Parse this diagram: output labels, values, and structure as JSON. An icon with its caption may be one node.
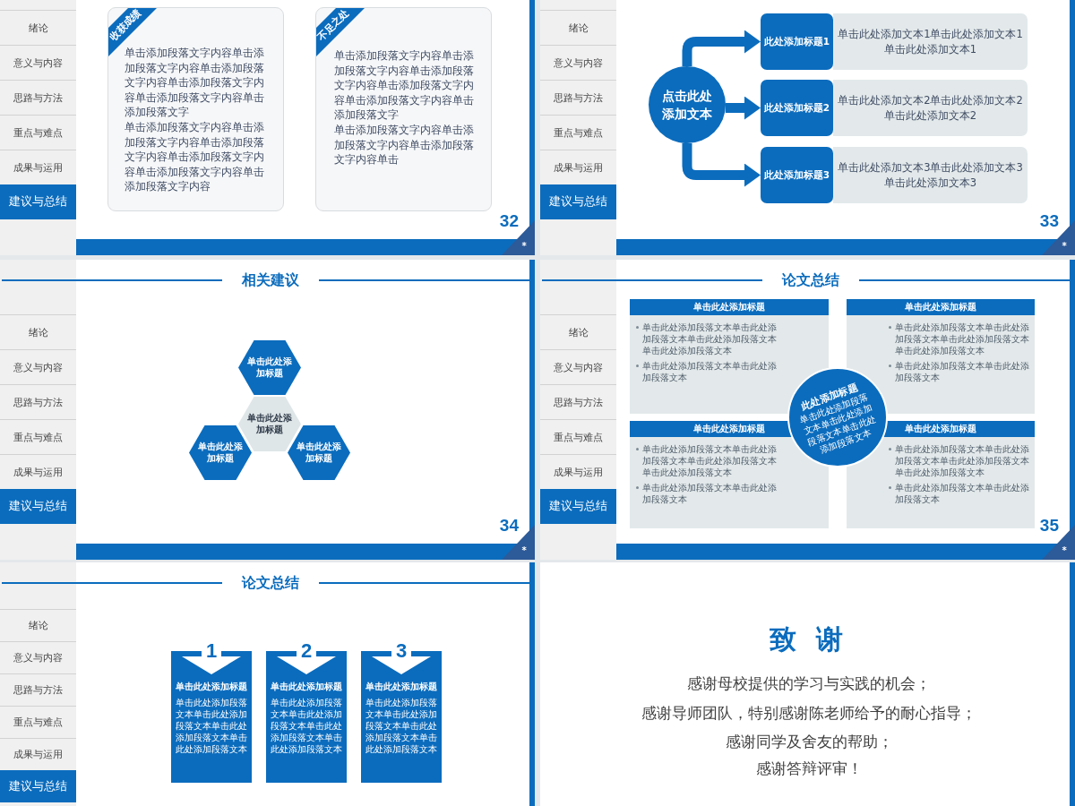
{
  "diagram": {
    "nodes": [
      {
        "text": [
          "32"
        ]
      },
      {
        "text": [
          "绪论"
        ],
        "in": 0
      },
      {
        "text": [
          "意义与内容"
        ],
        "in": 0
      },
      {
        "text": [
          "思路与方法"
        ],
        "in": 0
      },
      {
        "text": [
          "重点与难点"
        ],
        "in": 0
      },
      {
        "text": [
          "成果与运用"
        ],
        "in": 0
      },
      {
        "text": [
          "建议与总结"
        ],
        "in": 0
      },
      {
        "text": [
          "收获成绩",
          "单击添加段落文字内容单击添加段落文字内容单击添加段落文字内容单击添加段落文字内容单击添加段落文字内容单击添加段落文字",
          "单击添加段落文字内容单击添加段落文字内容单击添加段落文字内容单击添加段落文字内容单击添加段落文字内容单击添加段落文字内容"
        ],
        "in": 0
      },
      {
        "text": [
          "不足之处",
          "单击添加段落文字内容单击添加段落文字内容单击添加段落文字内容单击添加段落文字内容单击添加段落文字内容单击添加段落文字",
          "单击添加段落文字内容单击添加段落文字内容单击添加段落文字内容单击"
        ],
        "in": 0
      },
      {
        "text": [
          "33"
        ]
      },
      {
        "text": [
          "绪论"
        ],
        "in": 9
      },
      {
        "text": [
          "意义与内容"
        ],
        "in": 9
      },
      {
        "text": [
          "思路与方法"
        ],
        "in": 9
      },
      {
        "text": [
          "重点与难点"
        ],
        "in": 9
      },
      {
        "text": [
          "成果与运用"
        ],
        "in": 9
      },
      {
        "text": [
          "建议与总结"
        ],
        "in": 9
      },
      {
        "text": [
          "点击此处添加文本"
        ],
        "in": 9
      },
      {
        "text": [
          "此处添加标题1"
        ],
        "in": 9
      },
      {
        "text": [
          "单击此处添加文本1单击此处添加文本1单击此处添加文本1"
        ],
        "in": 9
      },
      {
        "text": [
          "此处添加标题2"
        ],
        "in": 9
      },
      {
        "text": [
          "单击此处添加文本2单击此处添加文本2单击此处添加文本2"
        ],
        "in": 9
      },
      {
        "text": [
          "此处添加标题3"
        ],
        "in": 9
      },
      {
        "text": [
          "单击此处添加文本3单击此处添加文本3单击此处添加文本3"
        ],
        "in": 9
      },
      {
        "text": [
          "相关建议",
          "34"
        ]
      },
      {
        "text": [
          "绪论"
        ],
        "in": 23
      },
      {
        "text": [
          "意义与内容"
        ],
        "in": 23
      },
      {
        "text": [
          "思路与方法"
        ],
        "in": 23
      },
      {
        "text": [
          "重点与难点"
        ],
        "in": 23
      },
      {
        "text": [
          "成果与运用"
        ],
        "in": 23
      },
      {
        "text": [
          "建议与总结"
        ],
        "in": 23
      },
      {
        "text": [
          "单击此处添加标题"
        ],
        "in": 23
      },
      {
        "text": [
          "单击此处添加标题"
        ],
        "in": 23
      },
      {
        "text": [
          "单击此处添加标题"
        ],
        "in": 23
      },
      {
        "text": [
          "单击此处添加标题"
        ],
        "in": 23
      },
      {
        "text": [
          "论文总结",
          "35"
        ]
      },
      {
        "text": [
          "绪论"
        ],
        "in": 34
      },
      {
        "text": [
          "意义与内容"
        ],
        "in": 34
      },
      {
        "text": [
          "思路与方法"
        ],
        "in": 34
      },
      {
        "text": [
          "重点与难点"
        ],
        "in": 34
      },
      {
        "text": [
          "成果与运用"
        ],
        "in": 34
      },
      {
        "text": [
          "建议与总结"
        ],
        "in": 34
      },
      {
        "text": [
          "单击此处添加标题",
          "单击此处添加段落文本单击此处添加段落文本单击此处添加段落文本单击此处添加段落文本",
          "单击此处添加段落文本单击此处添加段落文本"
        ],
        "in": 34
      },
      {
        "text": [
          "单击此处添加标题",
          "单击此处添加段落文本单击此处添加段落文本单击此处添加段落文本单击此处添加段落文本",
          "单击此处添加段落文本单击此处添加段落文本"
        ],
        "in": 34
      },
      {
        "text": [
          "单击此处添加标题",
          "单击此处添加段落文本单击此处添加段落文本单击此处添加段落文本单击此处添加段落文本",
          "单击此处添加段落文本单击此处添加段落文本"
        ],
        "in": 34
      },
      {
        "text": [
          "单击此处添加标题",
          "单击此处添加段落文本单击此处添加段落文本单击此处添加段落文本单击此处添加段落文本",
          "单击此处添加段落文本单击此处添加段落文本"
        ],
        "in": 34
      },
      {
        "text": [
          "此处添加标题",
          "单击此处添加段落文本单击此处添加段落文本单击此处添加段落文本"
        ],
        "in": 34
      },
      {
        "text": [
          "论文总结"
        ]
      },
      {
        "text": [
          "绪论"
        ],
        "in": 46
      },
      {
        "text": [
          "意义与内容"
        ],
        "in": 46
      },
      {
        "text": [
          "思路与方法"
        ],
        "in": 46
      },
      {
        "text": [
          "重点与难点"
        ],
        "in": 46
      },
      {
        "text": [
          "成果与运用"
        ],
        "in": 46
      },
      {
        "text": [
          "建议与总结"
        ],
        "in": 46
      },
      {
        "text": [
          "1",
          "单击此处添加标题",
          "单击此处添加段落文本单击此处添加段落文本单击此处添加段落文本单击此处添加段落文本"
        ],
        "in": 46
      },
      {
        "text": [
          "2",
          "单击此处添加标题",
          "单击此处添加段落文本单击此处添加段落文本单击此处添加段落文本单击此处添加段落文本"
        ],
        "in": 46
      },
      {
        "text": [
          "3",
          "单击此处添加标题",
          "单击此处添加段落文本单击此处添加段落文本单击此处添加段落文本单击此处添加段落文本"
        ],
        "in": 46
      },
      {
        "text": [
          "致 谢",
          "感谢母校提供的学习与实践的机会；",
          "感谢导师团队，特别感谢陈老师给予的耐心指导；",
          "感谢同学及舍友的帮助；",
          "感谢答辩评审！"
        ]
      }
    ],
    "edges": [
      {
        "from": 16,
        "to": 17,
        "arrow": "to"
      },
      {
        "from": 16,
        "to": 19,
        "arrow": "to"
      },
      {
        "from": 16,
        "to": 21,
        "arrow": "to"
      }
    ],
    "labels": [
      "*",
      "*",
      "*",
      "*"
    ]
  }
}
